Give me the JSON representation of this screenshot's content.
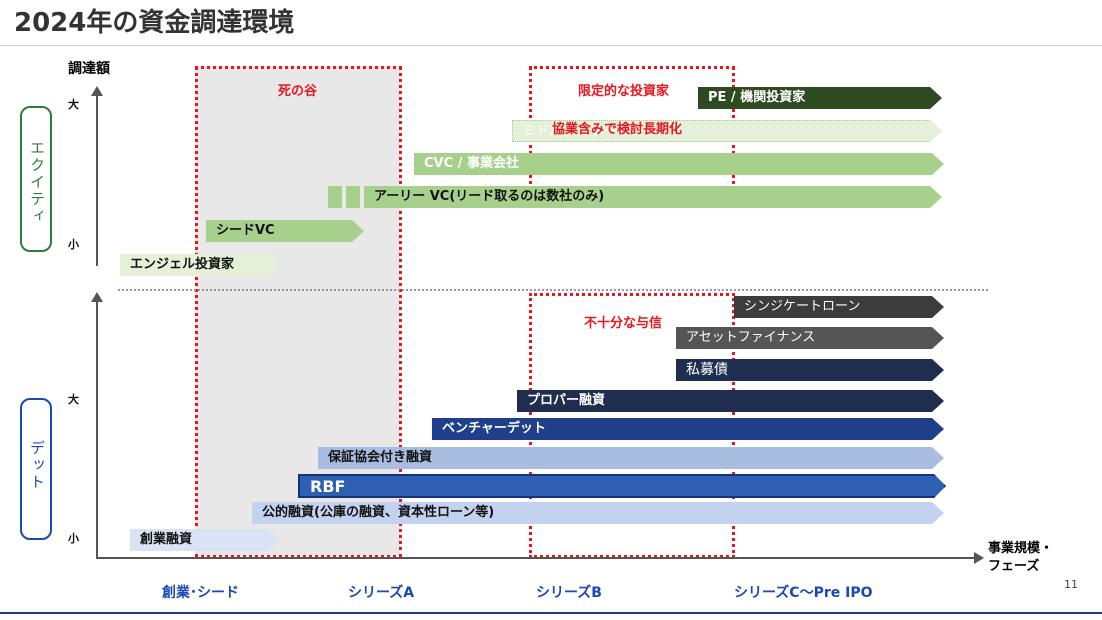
{
  "title": "2024年の資金調達環境",
  "page_number": "11",
  "y_axis_label": "調達額",
  "x_axis_label_line1": "事業規模・",
  "x_axis_label_line2": "フェーズ",
  "equity": {
    "label": "エクイティ",
    "big": "大",
    "small": "小"
  },
  "debt": {
    "label": "デット",
    "big": "大",
    "small": "小"
  },
  "annotations": {
    "valley": "死の谷",
    "limited": "限定的な投資家",
    "long_review": "協業含みで検討長期化",
    "insufficient_credit": "不十分な与信"
  },
  "equity_bars": {
    "pe": "PE / 機関投資家",
    "middle_later": "ミドル/レイター VC",
    "cvc": "CVC / 事業会社",
    "early_vc": "アーリー VC(リード取るのは数社のみ)",
    "seed_vc": "シードVC",
    "angel": "エンジェル投資家"
  },
  "debt_bars": {
    "syndicate": "シンジケートローン",
    "asset": "アセットファイナンス",
    "private_bond": "私募債",
    "proper": "プロパー融資",
    "venture_debt": "ベンチャーデット",
    "guarantee": "保証協会付き融資",
    "rbf": "RBF",
    "public": "公的融資(公庫の融資、資本性ローン等)",
    "startup": "創業融資"
  },
  "phases": [
    "創業･シード",
    "シリーズA",
    "シリーズB",
    "シリーズC～Pre IPO"
  ],
  "colors": {
    "equity_dark": "#2e4a20",
    "equity_light": "#a8d08d",
    "debt_dark": "#1f2d4e",
    "debt_mid": "#2855a5",
    "debt_light": "#a9bde0",
    "red": "#e8171f"
  }
}
